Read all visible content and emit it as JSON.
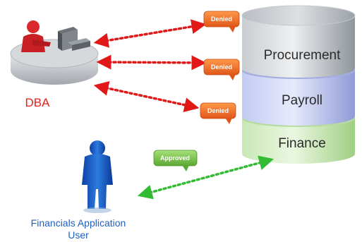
{
  "actors": {
    "dba": {
      "label": "DBA",
      "color": "#e8201a"
    },
    "user": {
      "label_line1": "Financials Application",
      "label_line2": "User",
      "color": "#1f5fc4"
    }
  },
  "databases": [
    {
      "label": "Procurement",
      "color": "#a8adb3"
    },
    {
      "label": "Payroll",
      "color": "#aab4e6"
    },
    {
      "label": "Finance",
      "color": "#bfe0a8"
    }
  ],
  "access": {
    "denied_label": "Denied",
    "denied_color": "#f07a22",
    "approved_label": "Approved",
    "approved_color": "#7cc242",
    "dba_arrow_color": "#e01818",
    "user_arrow_color": "#33bb33"
  }
}
